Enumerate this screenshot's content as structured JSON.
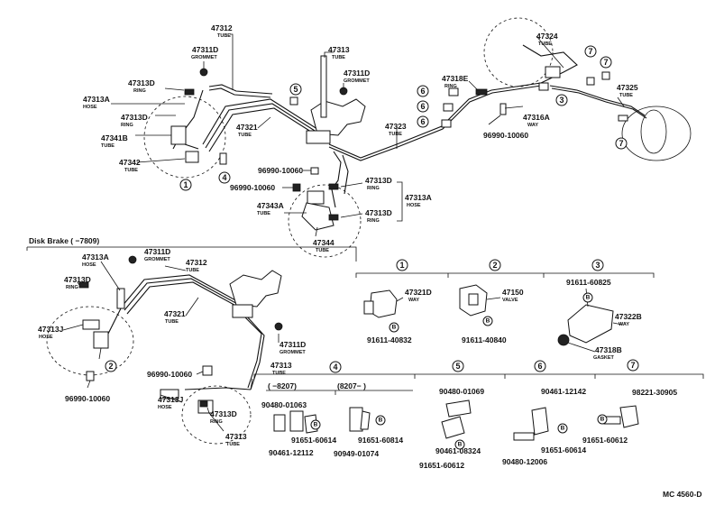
{
  "labels": {
    "p47312a": "47312",
    "p47312a_n": "TUBE",
    "p47311Da": "47311D",
    "p47311Da_n": "GROMMET",
    "p47313a": "47313",
    "p47313a_n": "TUBE",
    "p47311Db": "47311D",
    "p47311Db_n": "GROMMET",
    "p47313Da": "47313D",
    "p47313Da_n": "RING",
    "p47313Aa": "47313A",
    "p47313Aa_n": "HOSE",
    "p47313Db": "47313D",
    "p47313Db_n": "RING",
    "p47341B": "47341B",
    "p47341B_n": "TUBE",
    "p47342": "47342",
    "p47342_n": "TUBE",
    "p47321a": "47321",
    "p47321a_n": "TUBE",
    "p47323": "47323",
    "p47323_n": "TUBE",
    "p47324": "47324",
    "p47324_n": "TUBE",
    "p47318E": "47318E",
    "p47318E_n": "RING",
    "p47325": "47325",
    "p47325_n": "TUBE",
    "p47316A": "47316A",
    "p47316A_n": "WAY",
    "p96990a": "96990-10060",
    "p96990b": "96990-10060",
    "p96990c": "96990-10060",
    "p47313Dc": "47313D",
    "p47313Dc_n": "RING",
    "p47313Ab": "47313A",
    "p47313Ab_n": "HOSE",
    "p47343A": "47343A",
    "p47343A_n": "TUBE",
    "p47313Dd": "47313D",
    "p47313Dd_n": "RING",
    "p47344": "47344",
    "p47344_n": "TUBE",
    "disk_brake": "Disk Brake (      −7809)",
    "p47313Ac": "47313A",
    "p47313Ac_n": "HOSE",
    "p47311Dc": "47311D",
    "p47311Dc_n": "GROMMET",
    "p47312b": "47312",
    "p47312b_n": "TUBE",
    "p47313De": "47313D",
    "p47313De_n": "RING",
    "p47321b": "47321",
    "p47321b_n": "TUBE",
    "p47313J": "47313J",
    "p47313J_n": "HOSE",
    "p96990d": "96990-10060",
    "p47311Dd": "47311D",
    "p47311Dd_n": "GROMMET",
    "p47313b": "47313",
    "p47313b_n": "TUBE",
    "p96990e": "96990-10060",
    "p47313Jb": "47313J",
    "p47313Jb_n": "HOSE",
    "p47313Df": "47313D",
    "p47313Df_n": "RING",
    "p47313c": "47313",
    "p47313c_n": "TUBE",
    "d1_47321D": "47321D",
    "d1_47321D_n": "WAY",
    "d1_91611": "91611-40832",
    "d2_47150": "47150",
    "d2_47150_n": "VALVE",
    "d2_91611": "91611-40840",
    "d3_91611": "91611-60825",
    "d3_47322B": "47322B",
    "d3_47322B_n": "WAY",
    "d3_47318B": "47318B",
    "d3_47318B_n": "GASKET",
    "d4_range1": "(      −8207)",
    "d4_range2": "(8207−       )",
    "d4_90480": "90480-01063",
    "d4_91651a": "91651-60614",
    "d4_91651b": "91651-60814",
    "d4_90461": "90461-12112",
    "d4_90949": "90949-01074",
    "d5_90480": "90480-01069",
    "d5_90461": "90461-08324",
    "d5_91651": "91651-60612",
    "d6_90461": "90461-12142",
    "d6_91651": "91651-60614",
    "d6_90480": "90480-12006",
    "d7_98221": "98221-30905",
    "d7_91651": "91651-60612",
    "catalog_code": "MC 4560-D"
  },
  "callouts": [
    "1",
    "2",
    "3",
    "4",
    "5",
    "6",
    "7"
  ],
  "bolt_marker": "B"
}
